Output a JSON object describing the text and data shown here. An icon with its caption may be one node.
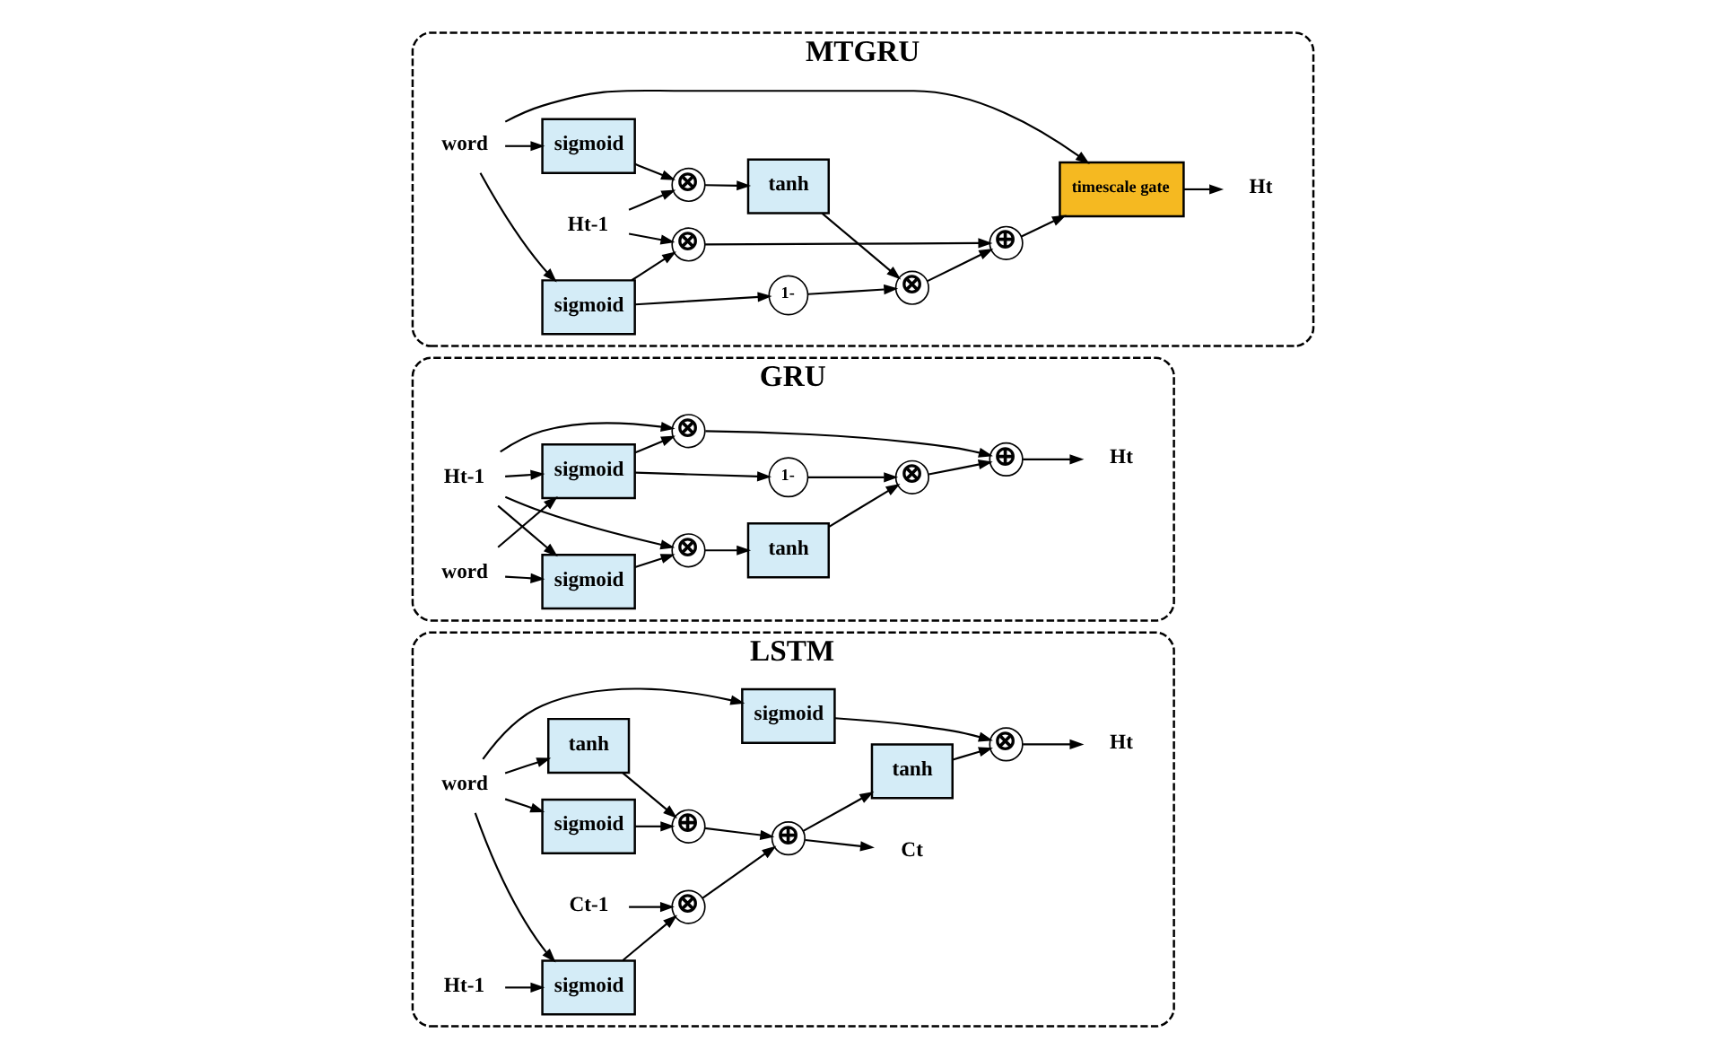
{
  "diagram": {
    "nodes": [
      {
        "text": [
          "LSTM"
        ]
      },
      {
        "text": [
          "Ct-1"
        ],
        "in": 0
      },
      {
        "text": [
          "⊗"
        ],
        "in": 0
      },
      {
        "text": [
          "⊕"
        ],
        "in": 0
      },
      {
        "text": [
          "Ct"
        ],
        "in": 0
      },
      {
        "text": [
          "Ht-1"
        ],
        "in": 0
      },
      {
        "text": [
          "sigmoid"
        ],
        "in": 0
      },
      {
        "text": [
          "sigmoid"
        ],
        "in": 0
      },
      {
        "text": [
          "⊕"
        ],
        "in": 0
      },
      {
        "text": [
          "tanh"
        ],
        "in": 0
      },
      {
        "text": [
          "tanh"
        ],
        "in": 0
      },
      {
        "text": [
          "⊗"
        ],
        "in": 0
      },
      {
        "text": [
          "Ht"
        ],
        "in": 0
      },
      {
        "text": [
          "sigmoid"
        ],
        "in": 0
      },
      {
        "text": [
          "word"
        ],
        "in": 0
      },
      {
        "text": [
          "GRU"
        ]
      },
      {
        "text": [
          "Ht-1"
        ],
        "in": 15
      },
      {
        "text": [
          "⊗"
        ],
        "in": 15
      },
      {
        "text": [
          "⊕"
        ],
        "in": 15
      },
      {
        "text": [
          "Ht"
        ],
        "in": 15
      },
      {
        "text": [
          "⊗"
        ],
        "in": 15
      },
      {
        "text": [
          "1-"
        ],
        "in": 15
      },
      {
        "text": [
          "⊗"
        ],
        "in": 15
      },
      {
        "text": [
          "sigmoid"
        ],
        "in": 15
      },
      {
        "text": [
          "sigmoid"
        ],
        "in": 15
      },
      {
        "text": [
          "tanh"
        ],
        "in": 15
      },
      {
        "text": [
          "word"
        ],
        "in": 15
      },
      {
        "text": [
          "MTGRU"
        ]
      },
      {
        "text": [
          "Ht-1"
        ],
        "in": 27
      },
      {
        "text": [
          "⊗"
        ],
        "in": 27
      },
      {
        "text": [
          "⊕"
        ],
        "in": 27
      },
      {
        "text": [
          "timescale gate"
        ],
        "in": 27
      },
      {
        "text": [
          "Ht"
        ],
        "in": 27
      },
      {
        "text": [
          "⊗"
        ],
        "in": 27
      },
      {
        "text": [
          "1-"
        ],
        "in": 27
      },
      {
        "text": [
          "⊗"
        ],
        "in": 27
      },
      {
        "text": [
          "sigmoid"
        ],
        "in": 27
      },
      {
        "text": [
          "sigmoid"
        ],
        "in": 27
      },
      {
        "text": [
          "tanh"
        ],
        "in": 27
      },
      {
        "text": [
          "word"
        ],
        "in": 27
      }
    ],
    "edges": [
      {
        "from": 1,
        "to": 2,
        "arrow": "to"
      },
      {
        "from": 2,
        "to": 3,
        "arrow": "to"
      },
      {
        "from": 3,
        "to": 4,
        "arrow": "to"
      },
      {
        "from": 3,
        "to": 10,
        "arrow": "to"
      },
      {
        "from": 10,
        "to": 11,
        "arrow": "to"
      },
      {
        "from": 11,
        "to": 12,
        "arrow": "to"
      },
      {
        "from": 5,
        "to": 6,
        "arrow": "to"
      },
      {
        "from": 6,
        "to": 2,
        "arrow": "to"
      },
      {
        "from": 7,
        "to": 8,
        "arrow": "to"
      },
      {
        "from": 9,
        "to": 8,
        "arrow": "to"
      },
      {
        "from": 8,
        "to": 3,
        "arrow": "to"
      },
      {
        "from": 13,
        "to": 11,
        "arrow": "to"
      },
      {
        "from": 14,
        "to": 6,
        "arrow": "to"
      },
      {
        "from": 14,
        "to": 7,
        "arrow": "to"
      },
      {
        "from": 14,
        "to": 9,
        "arrow": "to"
      },
      {
        "from": 14,
        "to": 13,
        "arrow": "to"
      },
      {
        "from": 16,
        "to": 17,
        "arrow": "to"
      },
      {
        "from": 17,
        "to": 18,
        "arrow": "to"
      },
      {
        "from": 18,
        "to": 19,
        "arrow": "to"
      },
      {
        "from": 16,
        "to": 20,
        "arrow": "to"
      },
      {
        "from": 23,
        "to": 20,
        "arrow": "to"
      },
      {
        "from": 24,
        "to": 17,
        "arrow": "to"
      },
      {
        "from": 24,
        "to": 21,
        "arrow": "to"
      },
      {
        "from": 21,
        "to": 22,
        "arrow": "to"
      },
      {
        "from": 25,
        "to": 22,
        "arrow": "to"
      },
      {
        "from": 22,
        "to": 18,
        "arrow": "to"
      },
      {
        "from": 16,
        "to": 23,
        "arrow": "to"
      },
      {
        "from": 16,
        "to": 24,
        "arrow": "to"
      },
      {
        "from": 26,
        "to": 23,
        "arrow": "to"
      },
      {
        "from": 26,
        "to": 24,
        "arrow": "to"
      },
      {
        "from": 20,
        "to": 25,
        "arrow": "to"
      },
      {
        "from": 28,
        "to": 29,
        "arrow": "to"
      },
      {
        "from": 29,
        "to": 30,
        "arrow": "to"
      },
      {
        "from": 30,
        "to": 31,
        "arrow": "to"
      },
      {
        "from": 31,
        "to": 32,
        "arrow": "to"
      },
      {
        "from": 28,
        "to": 33,
        "arrow": "to"
      },
      {
        "from": 36,
        "to": 33,
        "arrow": "to"
      },
      {
        "from": 37,
        "to": 29,
        "arrow": "to"
      },
      {
        "from": 37,
        "to": 34,
        "arrow": "to"
      },
      {
        "from": 34,
        "to": 35,
        "arrow": "to"
      },
      {
        "from": 38,
        "to": 35,
        "arrow": "to"
      },
      {
        "from": 35,
        "to": 30,
        "arrow": "to"
      },
      {
        "from": 39,
        "to": 31,
        "arrow": "to"
      },
      {
        "from": 39,
        "to": 36,
        "arrow": "to"
      },
      {
        "from": 39,
        "to": 37,
        "arrow": "to"
      },
      {
        "from": 33,
        "to": 38,
        "arrow": "to"
      }
    ]
  }
}
